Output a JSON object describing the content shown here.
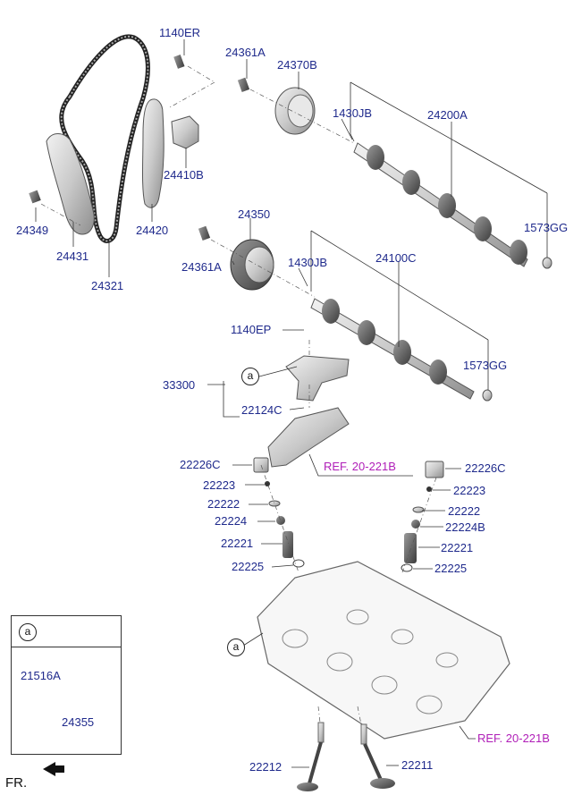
{
  "labels": {
    "p1140ER": "1140ER",
    "p24361A_top": "24361A",
    "p24370B": "24370B",
    "p1430JB_top": "1430JB",
    "p24200A": "24200A",
    "p24410B": "24410B",
    "p24349": "24349",
    "p24420": "24420",
    "p24431": "24431",
    "p24321": "24321",
    "p24350": "24350",
    "p24361A_mid": "24361A",
    "p1430JB_mid": "1430JB",
    "p24100C": "24100C",
    "p1573GG_top": "1573GG",
    "p1573GG_mid": "1573GG",
    "p1140EP": "1140EP",
    "p33300": "33300",
    "p22124C": "22124C",
    "p22226C_left": "22226C",
    "p22226C_right": "22226C",
    "p22223_left": "22223",
    "p22223_right": "22223",
    "p22222_left": "22222",
    "p22222_right": "22222",
    "p22224": "22224",
    "p22224B": "22224B",
    "p22221_left": "22221",
    "p22221_right": "22221",
    "p22225_left": "22225",
    "p22225_right": "22225",
    "p22212": "22212",
    "p22211": "22211",
    "p21516A": "21516A",
    "p24355": "24355"
  },
  "refs": {
    "ref_top": "REF. 20-221B",
    "ref_bottom": "REF. 20-221B"
  },
  "callouts": {
    "a_inset": "a",
    "a_mid": "a",
    "a_head": "a"
  },
  "front_marker": "FR.",
  "colors": {
    "label": "#1f2a8c",
    "ref": "#b01fb8",
    "line": "#333333",
    "part_fill": "#d9d9d9",
    "part_stroke": "#555555"
  }
}
